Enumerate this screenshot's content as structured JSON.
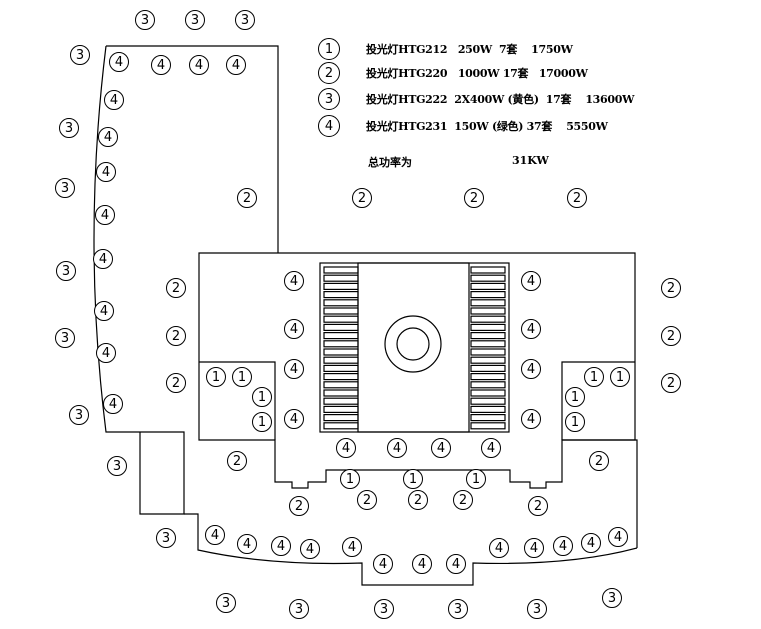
{
  "legend": [
    {
      "symbol": "1",
      "text": "投光灯HTG212   250W  7套    1750W"
    },
    {
      "symbol": "2",
      "text": "投光灯HTG220   1000W 17套   17000W"
    },
    {
      "symbol": "3",
      "text": "投光灯HTG222  2X400W (黄色)  17套    13600W"
    },
    {
      "symbol": "4",
      "text": "投光灯HTG231  150W (绿色) 37套    5550W"
    }
  ],
  "total": {
    "label": "总功率为",
    "value": "31KW"
  },
  "fixture_types": {
    "1": {
      "model": "HTG212",
      "power": "250W",
      "count": "7套",
      "total": "1750W"
    },
    "2": {
      "model": "HTG220",
      "power": "1000W",
      "count": "17套",
      "total": "17000W"
    },
    "3": {
      "model": "HTG222",
      "power": "2X400W",
      "color": "黄色",
      "count": "17套",
      "total": "13600W"
    },
    "4": {
      "model": "HTG231",
      "power": "150W",
      "color": "绿色",
      "count": "37套",
      "total": "5550W"
    }
  },
  "colors": {
    "line": "#000000",
    "background": "#ffffff"
  }
}
